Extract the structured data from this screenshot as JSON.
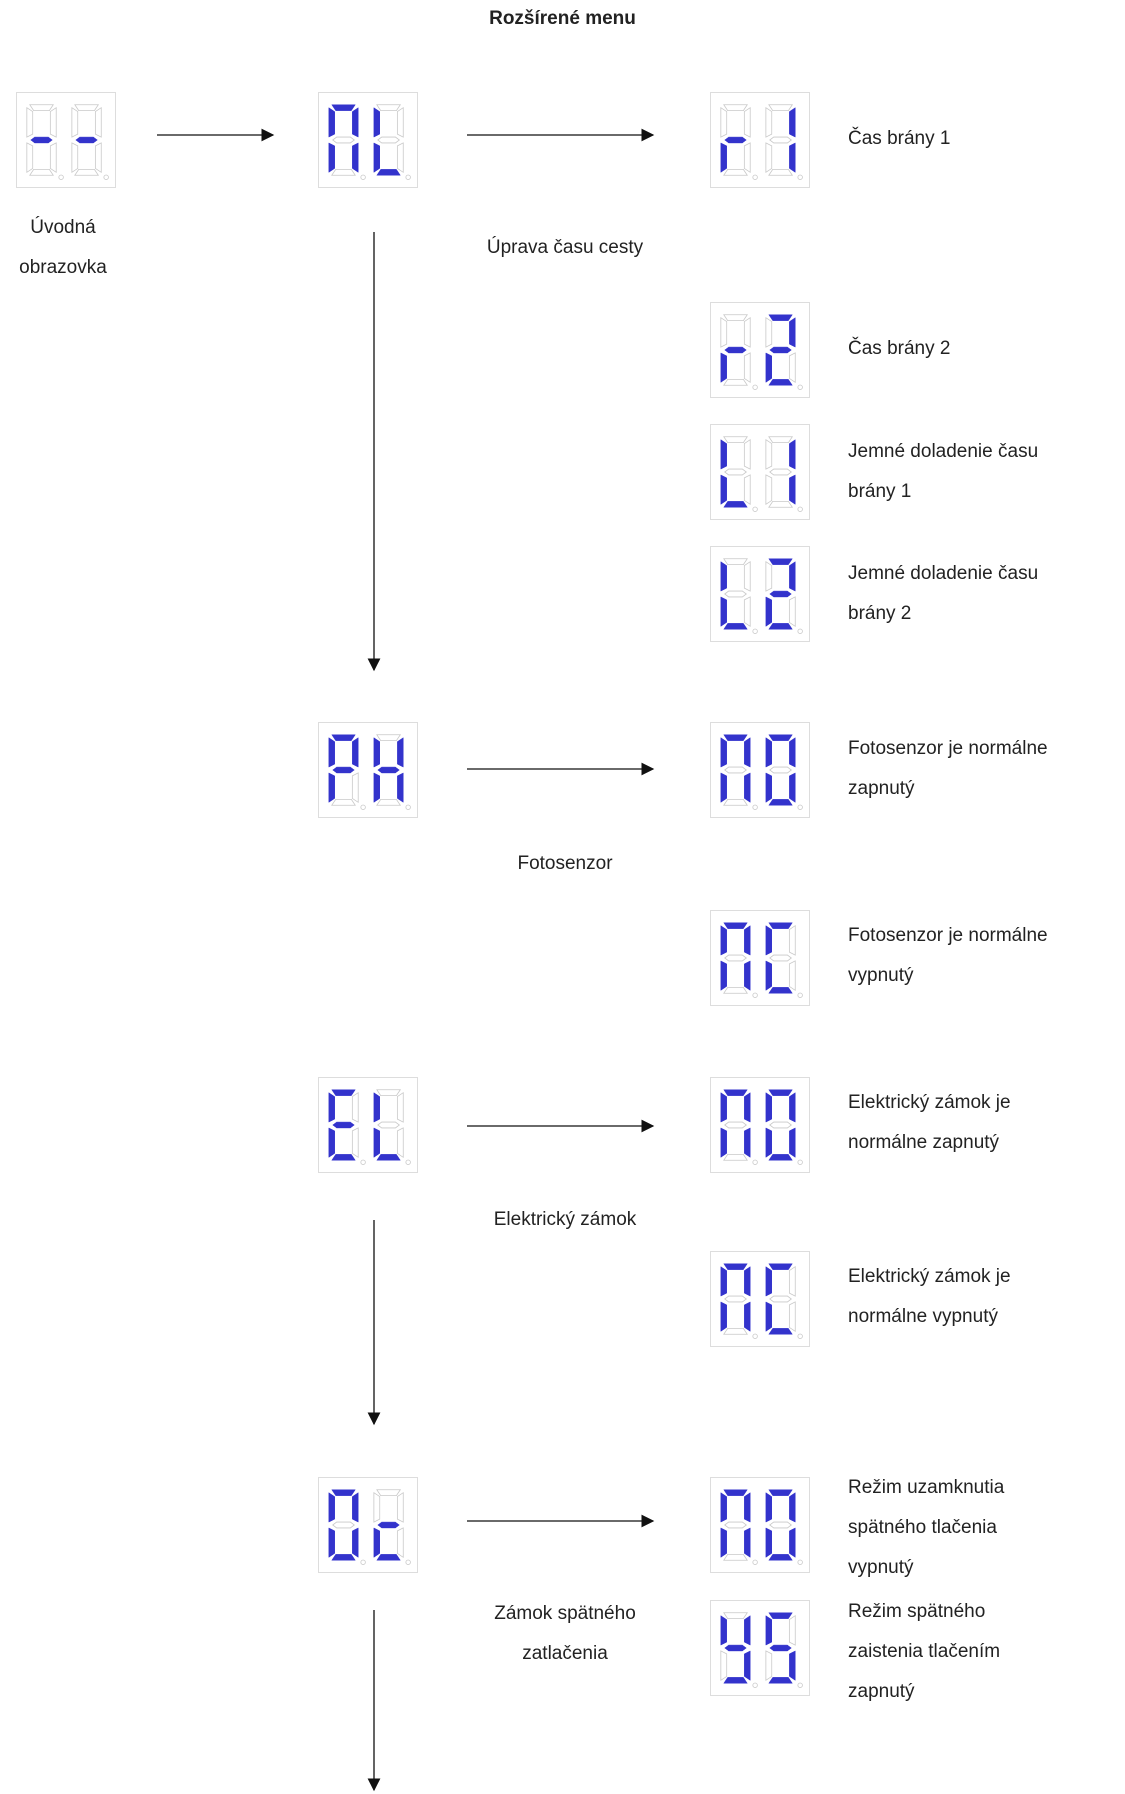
{
  "title": "Rozšírené menu",
  "accent_color": "#3333cc",
  "unlit_color": "#c8c8c8",
  "displays": [
    {
      "name": "display-start",
      "code": "--"
    },
    {
      "name": "display-time-menu",
      "code": "ΠL"
    },
    {
      "name": "display-r1",
      "code": "r1"
    },
    {
      "name": "display-r2",
      "code": "r2"
    },
    {
      "name": "display-l1",
      "code": "L1"
    },
    {
      "name": "display-l2",
      "code": "L2"
    },
    {
      "name": "display-ph",
      "code": "PH"
    },
    {
      "name": "display-ph-no",
      "code": "ΠO"
    },
    {
      "name": "display-ph-nc",
      "code": "ΠC"
    },
    {
      "name": "display-el",
      "code": "EL"
    },
    {
      "name": "display-el-no",
      "code": "ΠO"
    },
    {
      "name": "display-el-nc",
      "code": "ΠC"
    },
    {
      "name": "display-oc",
      "code": "Oc"
    },
    {
      "name": "display-oc-no",
      "code": "ΠO"
    },
    {
      "name": "display-oc-yes",
      "code": "YS"
    }
  ],
  "labels": {
    "start_1": "Úvodná",
    "start_2": "obrazovka",
    "travel_time": "Úprava času cesty",
    "gate1_time": "Čas brány 1",
    "gate2_time": "Čas brány 2",
    "fine1_1": "Jemné doladenie času",
    "fine1_2": "brány 1",
    "fine2_1": "Jemné doladenie času",
    "fine2_2": "brány 2",
    "photo": "Fotosenzor",
    "photo_no_1": "Fotosenzor je normálne",
    "photo_no_2": "zapnutý",
    "photo_nc_1": "Fotosenzor je normálne",
    "photo_nc_2": "vypnutý",
    "lock": "Elektrický zámok",
    "lock_no_1": "Elektrický zámok je",
    "lock_no_2": "normálne zapnutý",
    "lock_nc_1": "Elektrický zámok je",
    "lock_nc_2": "normálne vypnutý",
    "push_1": "Zámok spätného",
    "push_2": "zatlačenia",
    "push_off_1": "Režim uzamknutia",
    "push_off_2": "spätného tlačenia",
    "push_off_3": "vypnutý",
    "push_on_1": "Režim spätného",
    "push_on_2": "zaistenia tlačením",
    "push_on_3": "zapnutý"
  }
}
